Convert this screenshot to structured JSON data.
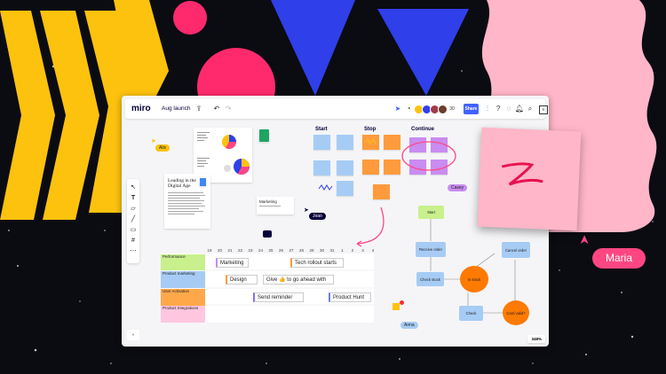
{
  "app": {
    "logo": "miro",
    "board_name": "Aug launch",
    "participant_count": "30",
    "share_label": "Share",
    "zoom": "348%",
    "colors": {
      "accent": "#4262ff",
      "yellow": "#fdc20d",
      "blue": "#2f3fea",
      "pink": "#ff4683",
      "light_pink": "#ffb6c8"
    }
  },
  "toolbar_icons": [
    "cursor-icon",
    "text-icon",
    "sticky-note-icon",
    "pen-icon",
    "comment-icon",
    "frame-icon",
    "more-icon"
  ],
  "retro": {
    "columns": [
      {
        "title": "Start"
      },
      {
        "title": "Stop"
      },
      {
        "title": "Continue"
      }
    ]
  },
  "document": {
    "title": "Leading in the Digital Age"
  },
  "card": {
    "title": "Marketing"
  },
  "cursors": {
    "alix": "Alix",
    "joao": "Joao",
    "casey": "Casey",
    "anna": "Anna",
    "maria": "Maria"
  },
  "gantt": {
    "ticks": [
      "19",
      "20",
      "21",
      "22",
      "23",
      "24",
      "25",
      "26",
      "27",
      "28",
      "29",
      "30",
      "31",
      "1",
      "2",
      "3",
      "4"
    ],
    "rows": [
      {
        "label": "Performance",
        "color": "#c8f08c"
      },
      {
        "label": "Product marketing",
        "color": "#a6ccf5"
      },
      {
        "label": "User Activation",
        "color": "#ffa84a"
      },
      {
        "label": "Product Integrations",
        "color": "#ffc6e0"
      }
    ],
    "bars": [
      {
        "label": "Marketing",
        "accent": "#c98cf0"
      },
      {
        "label": "Tech rollout starts",
        "accent": "#ff9b3d"
      },
      {
        "label": "Design",
        "accent": "#ff9b3d"
      },
      {
        "label": "Give 👍 to go ahead with",
        "accent": "#dddddd"
      },
      {
        "label": "Send reminder",
        "accent": "#8c6cf0"
      },
      {
        "label": "Product Hunt",
        "accent": "#6b7cff"
      }
    ]
  },
  "flowchart": {
    "start": "Start",
    "receive_order": "Receive order",
    "check_stock": "Check stock",
    "in_stock": "In stock",
    "cancel_order": "Cancel order",
    "check": "Check",
    "card_valid": "Card valid?"
  }
}
